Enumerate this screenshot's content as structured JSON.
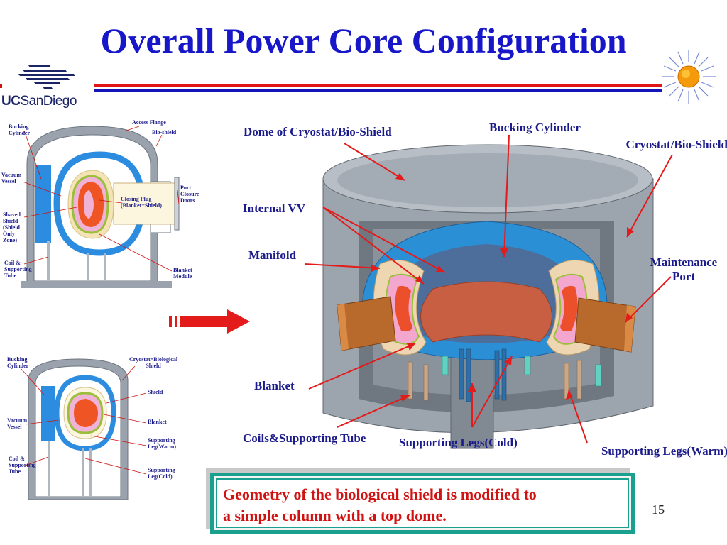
{
  "slide": {
    "title": "Overall Power Core Configuration",
    "page_number": "15",
    "logo_text": {
      "uc": "UC",
      "rest": "SanDiego"
    }
  },
  "top_diagram": {
    "labels": {
      "bucking_cylinder": "Bucking Cylinder",
      "access_flange": "Access Flange",
      "bio_shield": "Bio-shield",
      "vacuum_vessel": "Vacuum Vessel",
      "port_closure_doors": "Port Closure Doors",
      "closing_plug": "Closing Plug (Blanket+Shield)",
      "shaved_shield": "Shaved Shield (Shield Only Zone)",
      "coil_supporting_tube": "Coil & Supporting Tube",
      "blanket_module": "Blanket Module"
    }
  },
  "bottom_diagram": {
    "labels": {
      "bucking_cylinder": "Bucking Cylinder",
      "cryostat_biological_shield": "Cryostat+Biological Shield",
      "shield": "Shield",
      "vacuum_vessel": "Vacuum Vessel",
      "blanket": "Blanket",
      "supporting_leg_warm": "Supporting Leg(Warm)",
      "coil_supporting_tube": "Coil & Supporting Tube",
      "supporting_leg_cold": "Supporting Leg(Cold)"
    }
  },
  "main_diagram": {
    "labels": {
      "dome": "Dome of Cryostat/Bio-Shield",
      "bucking_cylinder": "Bucking Cylinder",
      "cryostat_bio_shield": "Cryostat/Bio-Shield",
      "internal_vv": "Internal VV",
      "manifold": "Manifold",
      "maintenance_port": "Maintenance Port",
      "blanket": "Blanket",
      "coils_supporting_tube": "Coils&Supporting Tube",
      "supporting_legs_cold": "Supporting Legs(Cold)",
      "supporting_legs_warm": "Supporting Legs(Warm)"
    }
  },
  "note": {
    "line1": "Geometry of the biological shield is modified to",
    "line2": "a simple column with a top dome."
  },
  "colors": {
    "title": "#1717c9",
    "rule_red": "#e01515",
    "rule_blue": "#1414b8",
    "label": "#1a1a8a",
    "note_text": "#d21111",
    "note_border": "#1aa08e",
    "arrow": "#e31b1b"
  }
}
